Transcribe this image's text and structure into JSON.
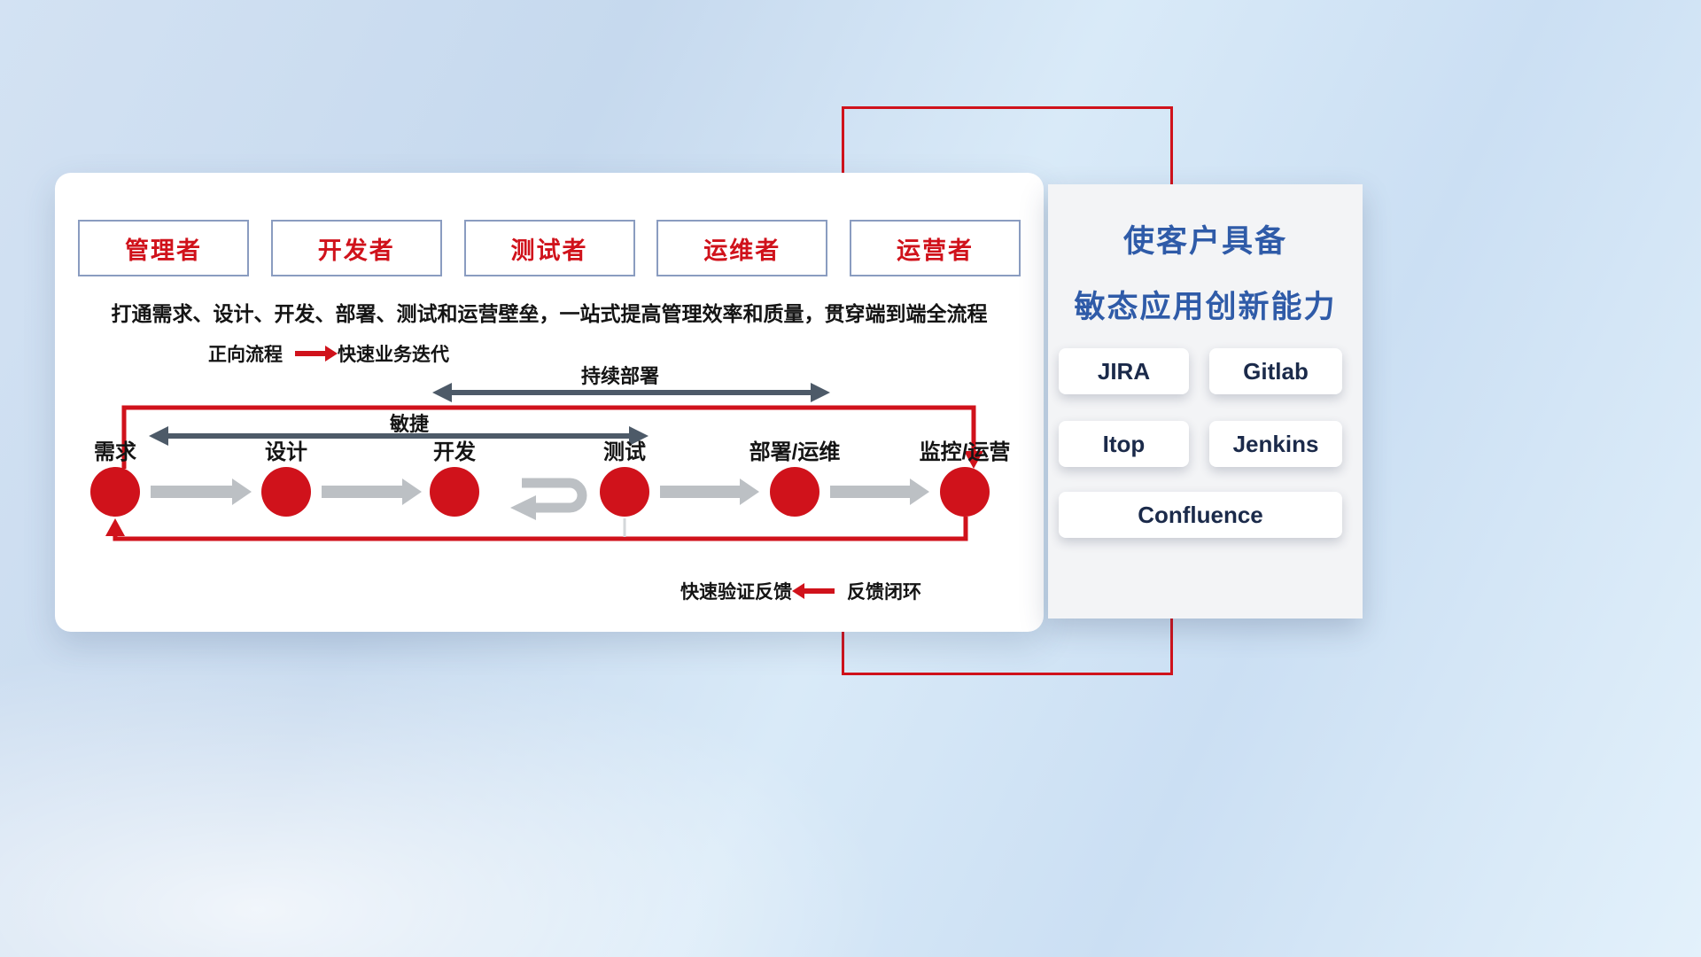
{
  "roles": [
    "管理者",
    "开发者",
    "测试者",
    "运维者",
    "运营者"
  ],
  "headline": "打通需求、设计、开发、部署、测试和运营壁垒，一站式提高管理效率和质量，贯穿端到端全流程",
  "forward_legend": {
    "label": "正向流程",
    "caption": "快速业务迭代"
  },
  "feedback_legend": {
    "caption": "快速验证反馈",
    "label": "反馈闭环"
  },
  "flow": {
    "stages": [
      "需求",
      "设计",
      "开发",
      "测试",
      "部署/运维",
      "监控/运营"
    ],
    "agile_label": "敏捷",
    "continuous_deploy_label": "持续部署"
  },
  "right_panel": {
    "title_line1": "使客户具备",
    "title_line2": "敏态应用创新能力",
    "tools": [
      "JIRA",
      "Gitlab",
      "Itop",
      "Jenkins",
      "Confluence"
    ]
  },
  "colors": {
    "accent_red": "#d0121b",
    "title_blue": "#2f5ba8",
    "tool_text_navy": "#1b2a4a",
    "block_arrow_gray": "#bcc0c4",
    "span_arrow_dark": "#4d5a68"
  }
}
